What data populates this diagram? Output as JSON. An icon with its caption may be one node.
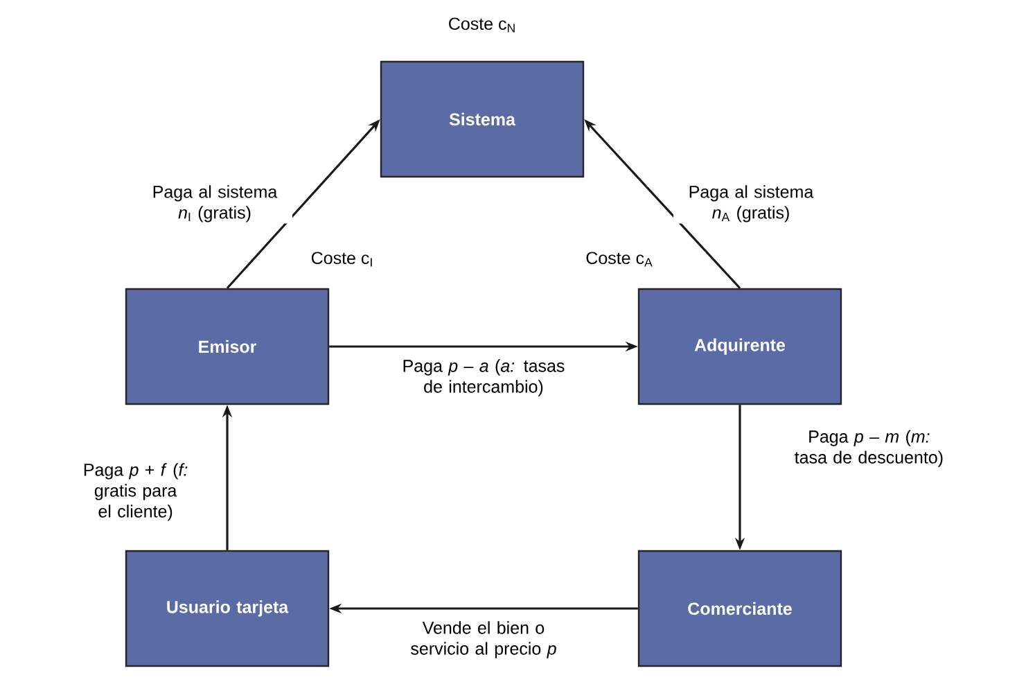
{
  "diagram": {
    "nodes": [
      {
        "text": [
          "Sistema"
        ],
        "beside": [
          "Coste c$_{N}$"
        ]
      },
      {
        "text": [
          "Emisor"
        ],
        "beside": [
          "Coste c$_{I}$"
        ]
      },
      {
        "text": [
          "Adquirente"
        ],
        "beside": [
          "Coste c$_{A}$"
        ]
      },
      {
        "text": [
          "Usuario tarjeta"
        ]
      },
      {
        "text": [
          "Comerciante"
        ]
      }
    ],
    "edges": [
      {
        "from": 1,
        "to": 0,
        "arrow": "to",
        "label": "Paga al sistema *n*$_{I}$ (gratis)"
      },
      {
        "from": 2,
        "to": 0,
        "arrow": "to",
        "label": "Paga al sistema *n*$_{A}$ (gratis)"
      },
      {
        "from": 1,
        "to": 2,
        "arrow": "to",
        "label": "Paga *p* – *a* (*a:* tasas de intercambio)"
      },
      {
        "from": 2,
        "to": 4,
        "arrow": "to",
        "label": "Paga *p* – *m* (*m:* tasa de descuento)"
      },
      {
        "from": 4,
        "to": 3,
        "arrow": "to",
        "label": "Vende el bien o servicio al precio *p*"
      },
      {
        "from": 3,
        "to": 1,
        "arrow": "to",
        "label": "Paga *p* + *f* (*f:* gratis para el cliente)"
      }
    ]
  }
}
